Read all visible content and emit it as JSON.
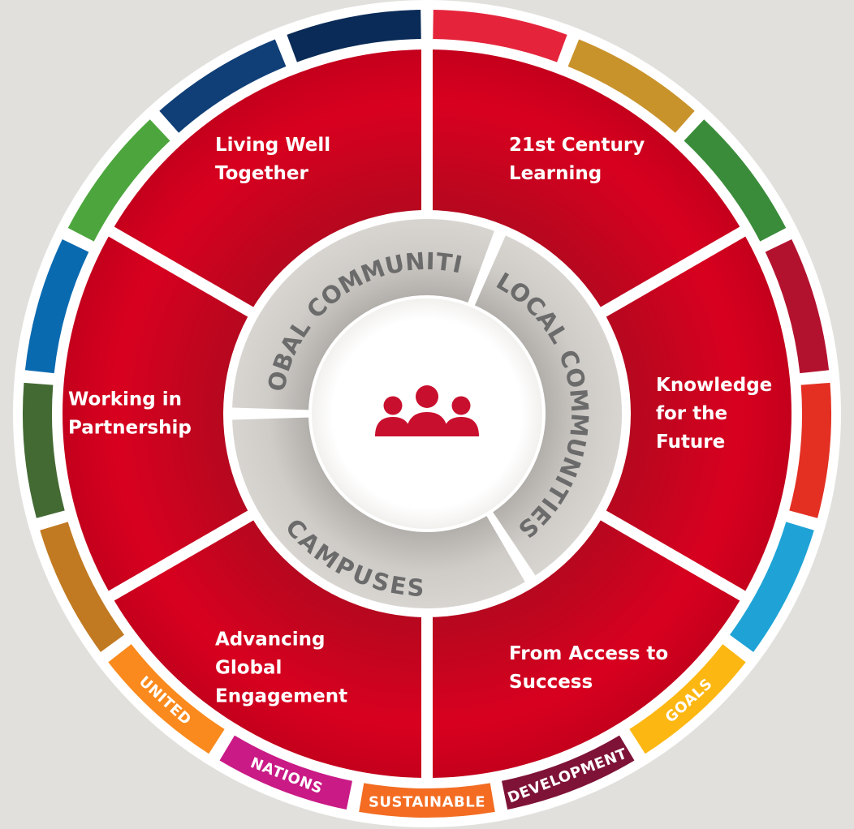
{
  "sdg_label": {
    "words": [
      "UNITED",
      "NATIONS",
      "SUSTAINABLE",
      "DEVELOPMENT",
      "GOALS"
    ]
  },
  "sdg_ring": {
    "colors": [
      "#e5243b",
      "#c9932b",
      "#3a8c3a",
      "#b3122f",
      "#e33022",
      "#1fa3d6",
      "#fdb713",
      "#7e1237",
      "#f36c22",
      "#c91a86",
      "#fa8a1d",
      "#c17a21",
      "#436a33",
      "#0a6ab0",
      "#4da63d",
      "#103f77",
      "#0a2b57"
    ]
  },
  "themes": [
    {
      "lines": [
        "21st Century",
        "Learning"
      ]
    },
    {
      "lines": [
        "Knowledge",
        "for the",
        "Future"
      ]
    },
    {
      "lines": [
        "From Access to",
        "Success"
      ]
    },
    {
      "lines": [
        "Advancing",
        "Global",
        "Engagement"
      ]
    },
    {
      "lines": [
        "Working in",
        "Partnership"
      ]
    },
    {
      "lines": [
        "Living Well",
        "Together"
      ]
    }
  ],
  "communities": [
    {
      "label": "GLOBAL COMMUNITIES"
    },
    {
      "label": "LOCAL COMMUNITIES"
    },
    {
      "label": "CAMPUSES"
    }
  ],
  "center": {
    "icon": "people-group-icon"
  },
  "colors": {
    "theme_red": "#d0021b",
    "theme_red_dark": "#9e0a22",
    "community_grey": "#d6d3ce",
    "community_text": "#6b6b6b",
    "background": "#e1e0dc"
  }
}
